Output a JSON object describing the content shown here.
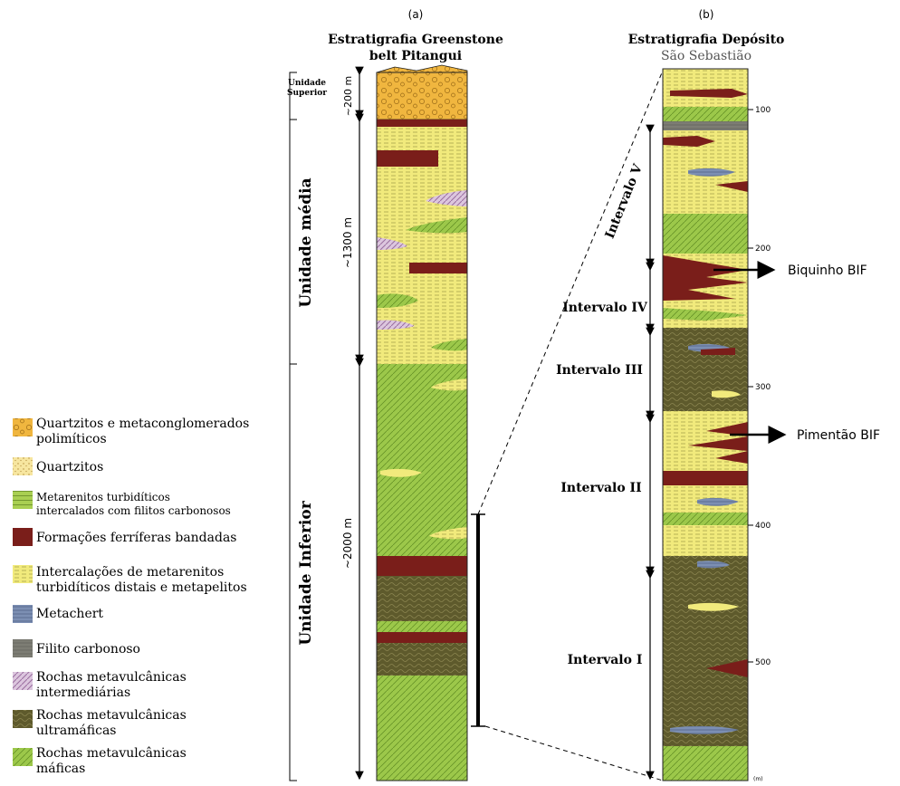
{
  "column_a": {
    "letter": "(a)",
    "title_line1": "Estratigrafia Greenstone",
    "title_line2": "belt Pitangui",
    "units": [
      {
        "label_line1": "Unidade",
        "label_line2": "Superior",
        "thickness": "~200 m"
      },
      {
        "label": "Unidade média",
        "thickness": "~1300 m"
      },
      {
        "label": "Unidade Inferior",
        "thickness": "~2000 m"
      }
    ]
  },
  "column_b": {
    "letter": "(b)",
    "title_line1": "Estratigrafia Depósito",
    "title_line2": "São Sebastião",
    "depth_ticks": [
      "100",
      "200",
      "300",
      "400",
      "500"
    ],
    "depth_unit": "(m)",
    "intervals": [
      "Intervalo V",
      "Intervalo IV",
      "Intervalo III",
      "Intervalo II",
      "Intervalo I"
    ],
    "annotations": [
      "Biquinho BIF",
      "Pimentão BIF"
    ]
  },
  "legend": [
    {
      "line1": "Quartzitos e metaconglomerados",
      "line2": "polimíticos",
      "pattern": "conglomerate"
    },
    {
      "line1": "Quartzitos",
      "line2": "",
      "pattern": "quartzite"
    },
    {
      "line1": "Metarenitos turbidíticos",
      "line2": "intercalados com filitos carbonosos",
      "pattern": "turbidite"
    },
    {
      "line1": "Formações ferríferas bandadas",
      "line2": "",
      "pattern": "bif"
    },
    {
      "line1": "Intercalações de metarenitos",
      "line2": "turbidíticos distais e metapelitos",
      "pattern": "distal"
    },
    {
      "line1": "Metachert",
      "line2": "",
      "pattern": "chert"
    },
    {
      "line1": "Filito carbonoso",
      "line2": "",
      "pattern": "phyllite"
    },
    {
      "line1": "Rochas metavulcânicas",
      "line2": "intermediárias",
      "pattern": "intermediate"
    },
    {
      "line1": "Rochas metavulcânicas",
      "line2": "ultramáficas",
      "pattern": "ultramafic"
    },
    {
      "line1": "Rochas metavulcânicas",
      "line2": "máficas",
      "pattern": "mafic"
    }
  ],
  "colors": {
    "distal": "#f1ea7c",
    "mafic": "#9cc84a",
    "ultramafic": "#5e5a2c",
    "bif": "#7a1e1a",
    "chert": "#7c8fb3",
    "intermediate": "#c4a3c9",
    "phyllite": "#7d7d74",
    "conglomerate": "#f0b63f"
  }
}
